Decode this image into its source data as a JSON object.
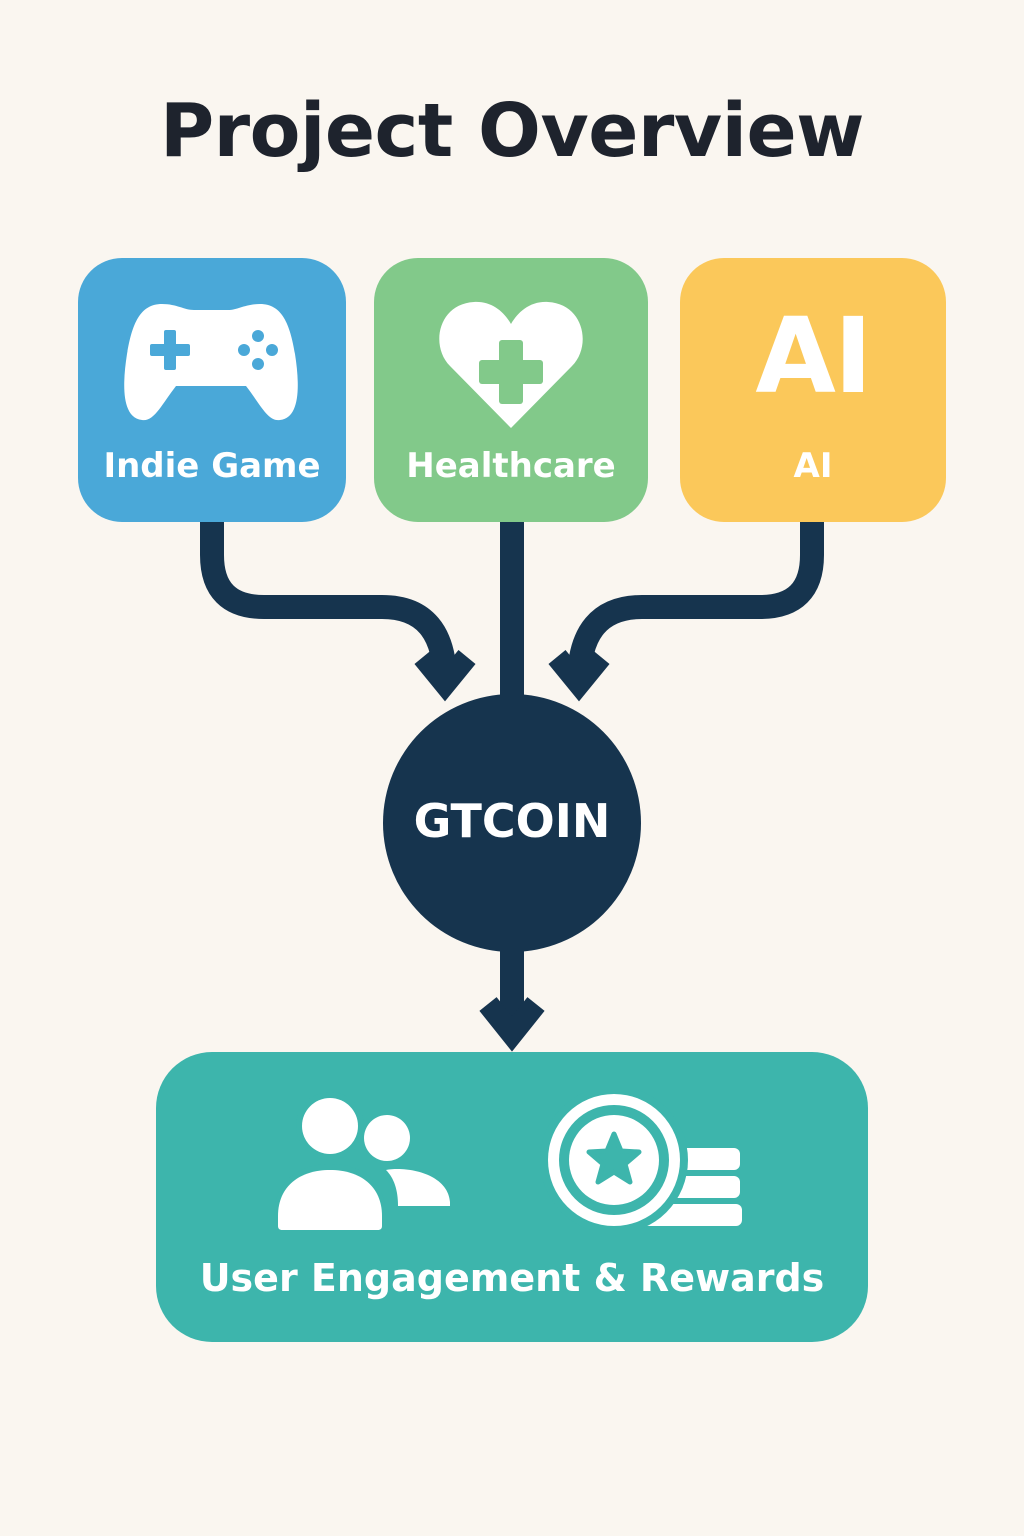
{
  "title": "Project Overview",
  "sources": [
    {
      "label": "Indie Game",
      "icon": "gamepad-icon",
      "color": "#4AA8D8"
    },
    {
      "label": "Healthcare",
      "icon": "heart-plus-icon",
      "color": "#82C98A"
    },
    {
      "label": "AI",
      "icon": "ai-text-icon",
      "icon_text": "AI",
      "color": "#FBC85A"
    }
  ],
  "hub": {
    "label": "GTCOIN",
    "color": "#16344E"
  },
  "output": {
    "label": "User Engagement & Rewards",
    "icons": [
      "users-icon",
      "coin-star-icon"
    ],
    "color": "#3DB5AC"
  },
  "colors": {
    "background": "#FAF6F0",
    "connector": "#16344E",
    "title": "#1E232D"
  }
}
